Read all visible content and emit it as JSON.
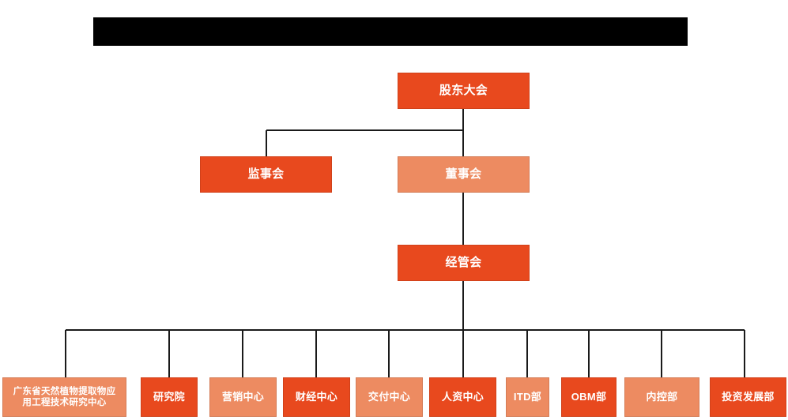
{
  "page": {
    "background_color": "#FFFFFF",
    "title_bar": {
      "redacted": true,
      "color": "#000000"
    }
  },
  "palette": {
    "dark_orange": "#E8491E",
    "light_orange": "#ED8B61",
    "connector_line": "#1A1A1A",
    "text_on_box": "#FFFFFF"
  },
  "org_chart": {
    "levels": [
      {
        "level": 1,
        "nodes": [
          {
            "id": "shareholders",
            "label": "股东大会",
            "style": "dark"
          }
        ]
      },
      {
        "level": 2,
        "nodes": [
          {
            "id": "supervisors",
            "label": "监事会",
            "style": "dark"
          },
          {
            "id": "directors",
            "label": "董事会",
            "style": "light"
          }
        ]
      },
      {
        "level": 3,
        "nodes": [
          {
            "id": "management",
            "label": "经管会",
            "style": "dark"
          }
        ]
      },
      {
        "level": 4,
        "nodes": [
          {
            "id": "dept-0",
            "label": "广东省天然植物提取物应\n用工程技术研究中心",
            "style": "light"
          },
          {
            "id": "dept-1",
            "label": "研究院",
            "style": "dark"
          },
          {
            "id": "dept-2",
            "label": "营销中心",
            "style": "light"
          },
          {
            "id": "dept-3",
            "label": "财经中心",
            "style": "dark"
          },
          {
            "id": "dept-4",
            "label": "交付中心",
            "style": "light"
          },
          {
            "id": "dept-5",
            "label": "人资中心",
            "style": "dark"
          },
          {
            "id": "dept-6",
            "label": "ITD部",
            "style": "light"
          },
          {
            "id": "dept-7",
            "label": "OBM部",
            "style": "dark"
          },
          {
            "id": "dept-8",
            "label": "内控部",
            "style": "light"
          },
          {
            "id": "dept-9",
            "label": "投资发展部",
            "style": "dark"
          }
        ]
      }
    ],
    "edges": [
      {
        "from": "shareholders",
        "to": "supervisors"
      },
      {
        "from": "shareholders",
        "to": "directors"
      },
      {
        "from": "directors",
        "to": "management"
      },
      {
        "from": "management",
        "to": "dept-0"
      },
      {
        "from": "management",
        "to": "dept-1"
      },
      {
        "from": "management",
        "to": "dept-2"
      },
      {
        "from": "management",
        "to": "dept-3"
      },
      {
        "from": "management",
        "to": "dept-4"
      },
      {
        "from": "management",
        "to": "dept-5"
      },
      {
        "from": "management",
        "to": "dept-6"
      },
      {
        "from": "management",
        "to": "dept-7"
      },
      {
        "from": "management",
        "to": "dept-8"
      },
      {
        "from": "management",
        "to": "dept-9"
      }
    ]
  }
}
